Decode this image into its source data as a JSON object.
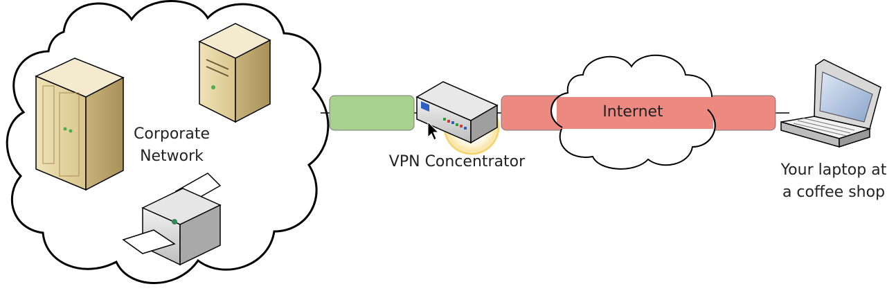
{
  "corporate": {
    "label_line1": "Corporate",
    "label_line2": "Network"
  },
  "vpn": {
    "label": "VPN Concentrator"
  },
  "internet": {
    "label": "Internet"
  },
  "laptop": {
    "label_line1": "Your laptop at",
    "label_line2": "a coffee shop"
  },
  "colors": {
    "tunnel_secure": "#a9d18e",
    "tunnel_insecure": "#ec8a82",
    "highlight_ring": "#f2c94c",
    "outline": "#000000"
  },
  "icons": [
    "tower-server-icon",
    "small-server-icon",
    "printer-icon",
    "vpn-concentrator-icon",
    "laptop-icon",
    "mouse-cursor-icon"
  ]
}
